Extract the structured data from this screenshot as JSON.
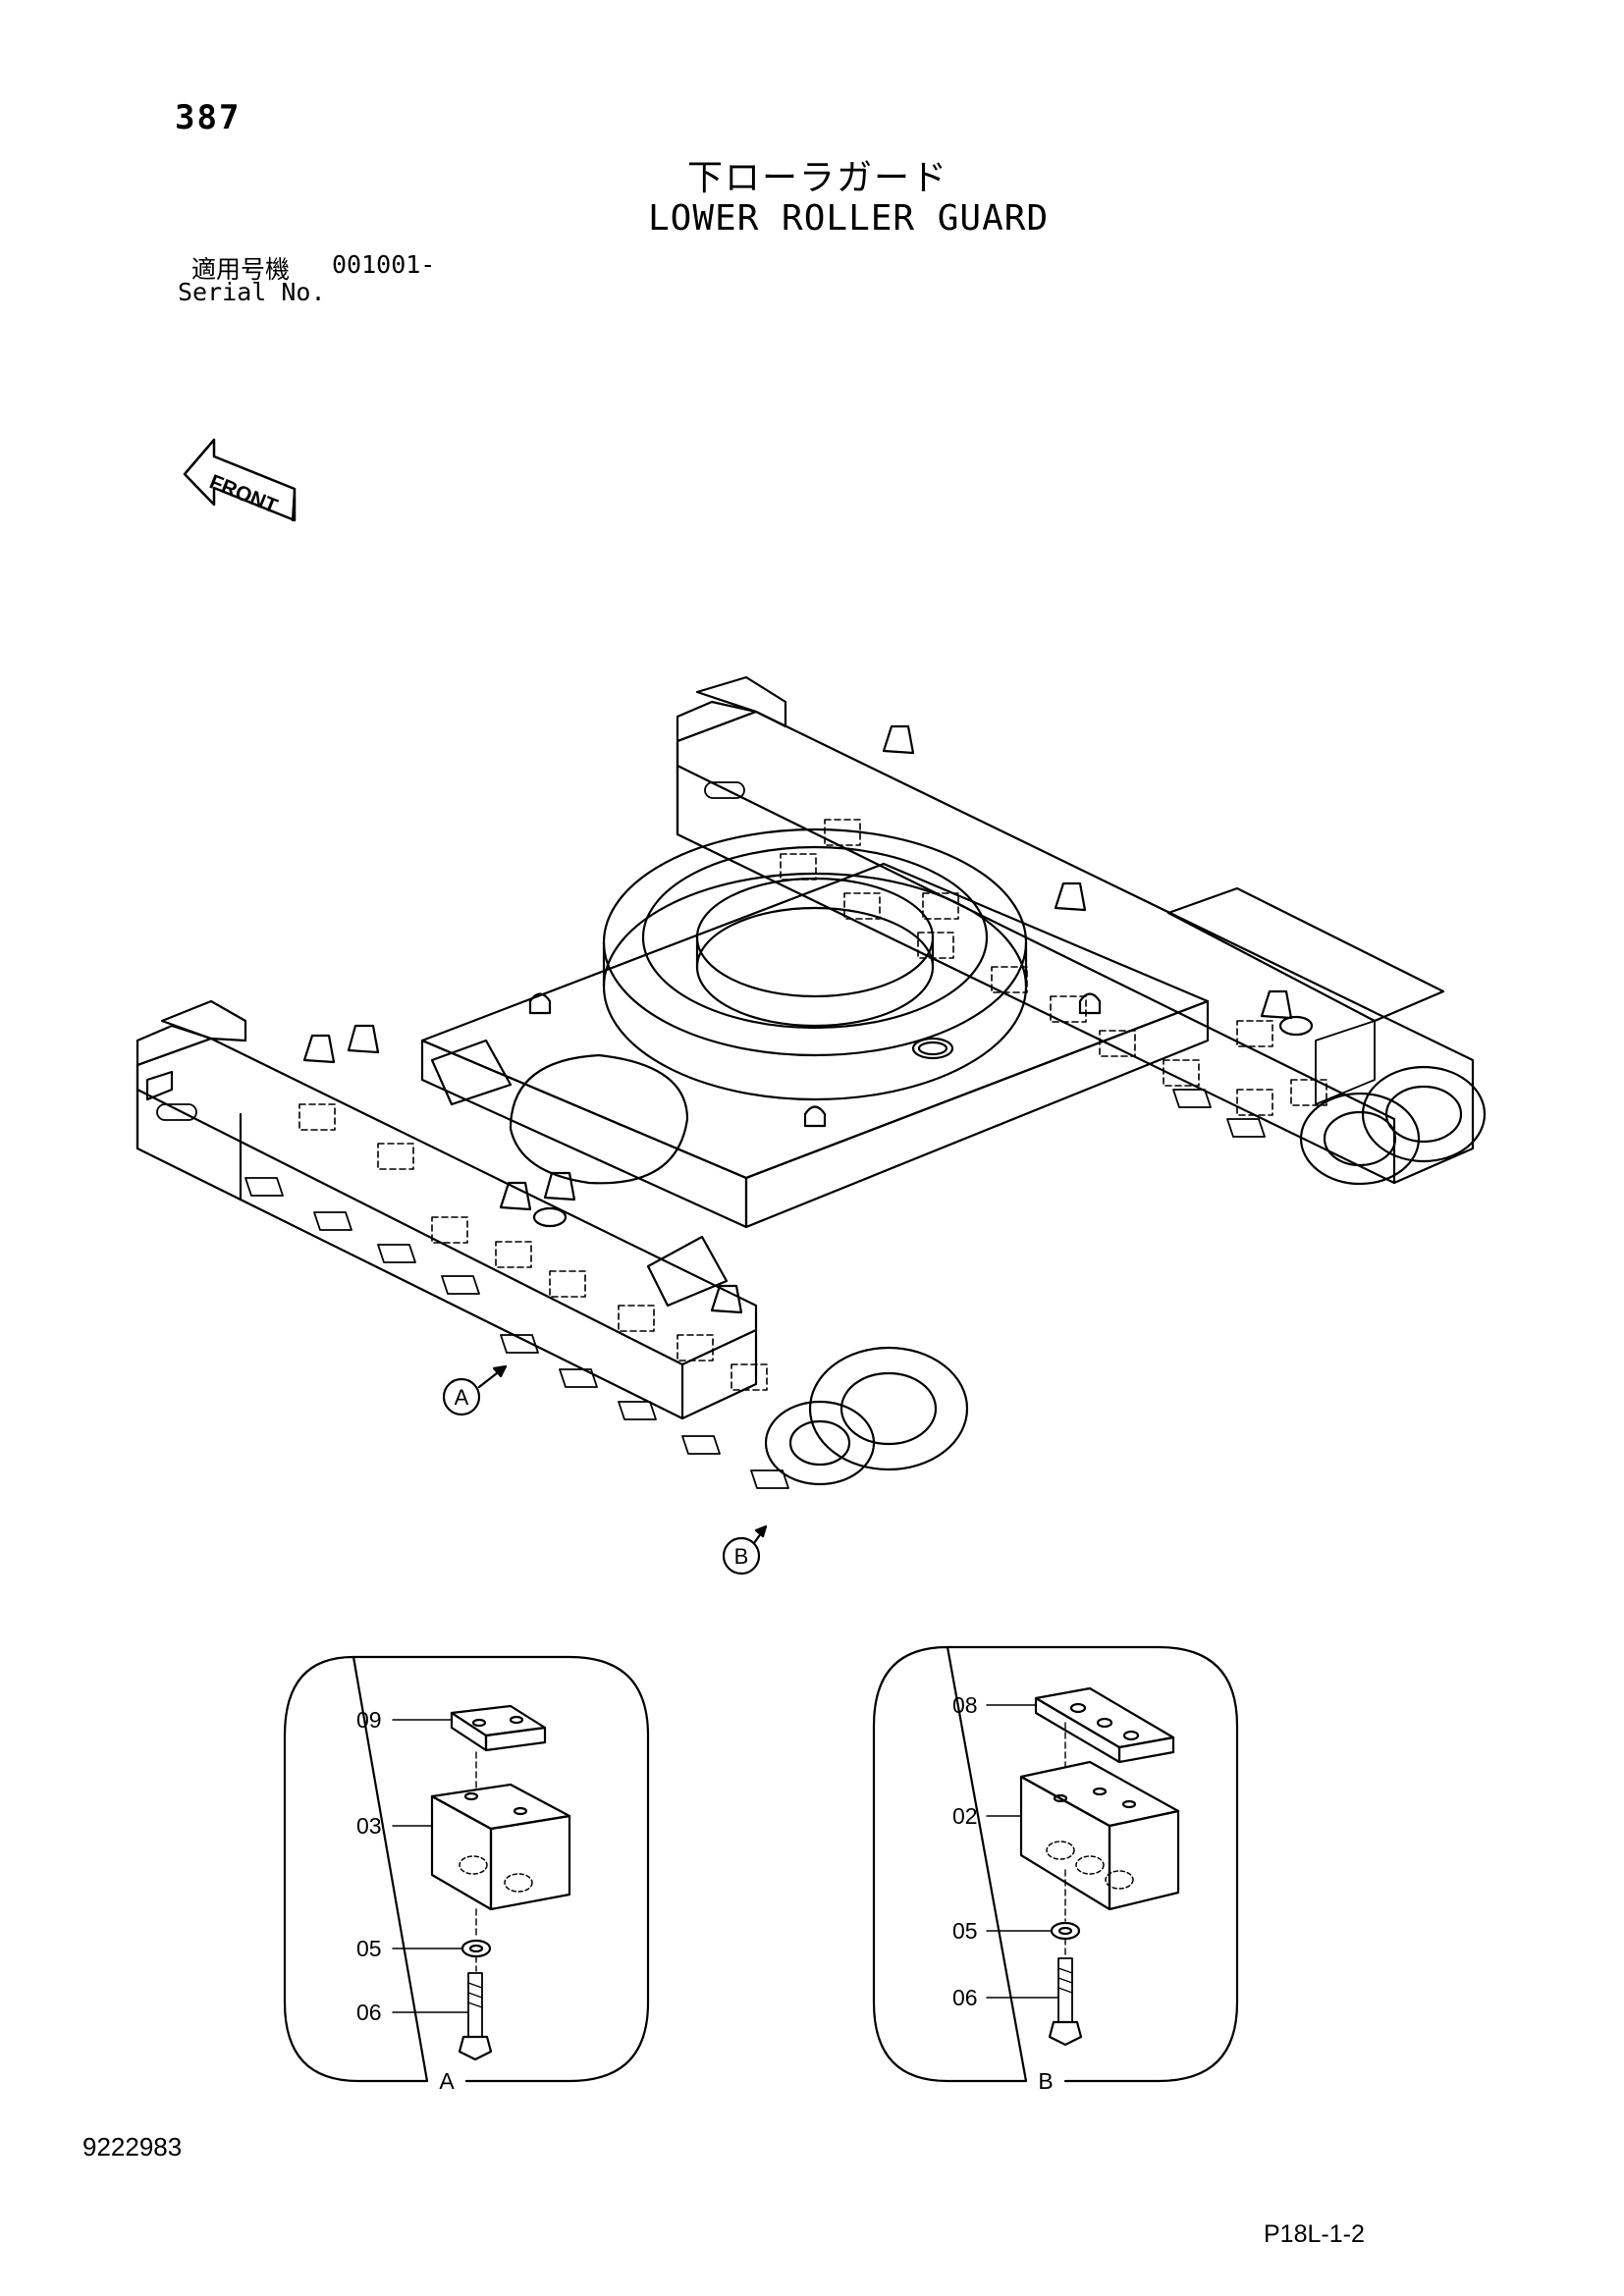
{
  "header": {
    "page_number": "387",
    "title_jp": "下ローラガード",
    "title_en": "LOWER ROLLER GUARD",
    "serial_label_jp": "適用号機",
    "serial_value": "001001-",
    "serial_label_en": "Serial No."
  },
  "front_label": "FRONT",
  "main_callouts": {
    "a": "A",
    "b": "B"
  },
  "detail_a": {
    "caption": "A",
    "parts": [
      "09",
      "03",
      "05",
      "06"
    ]
  },
  "detail_b": {
    "caption": "B",
    "parts": [
      "08",
      "02",
      "05",
      "06"
    ]
  },
  "footer": {
    "drawing_number": "9222983",
    "page_code": "P18L-1-2"
  }
}
